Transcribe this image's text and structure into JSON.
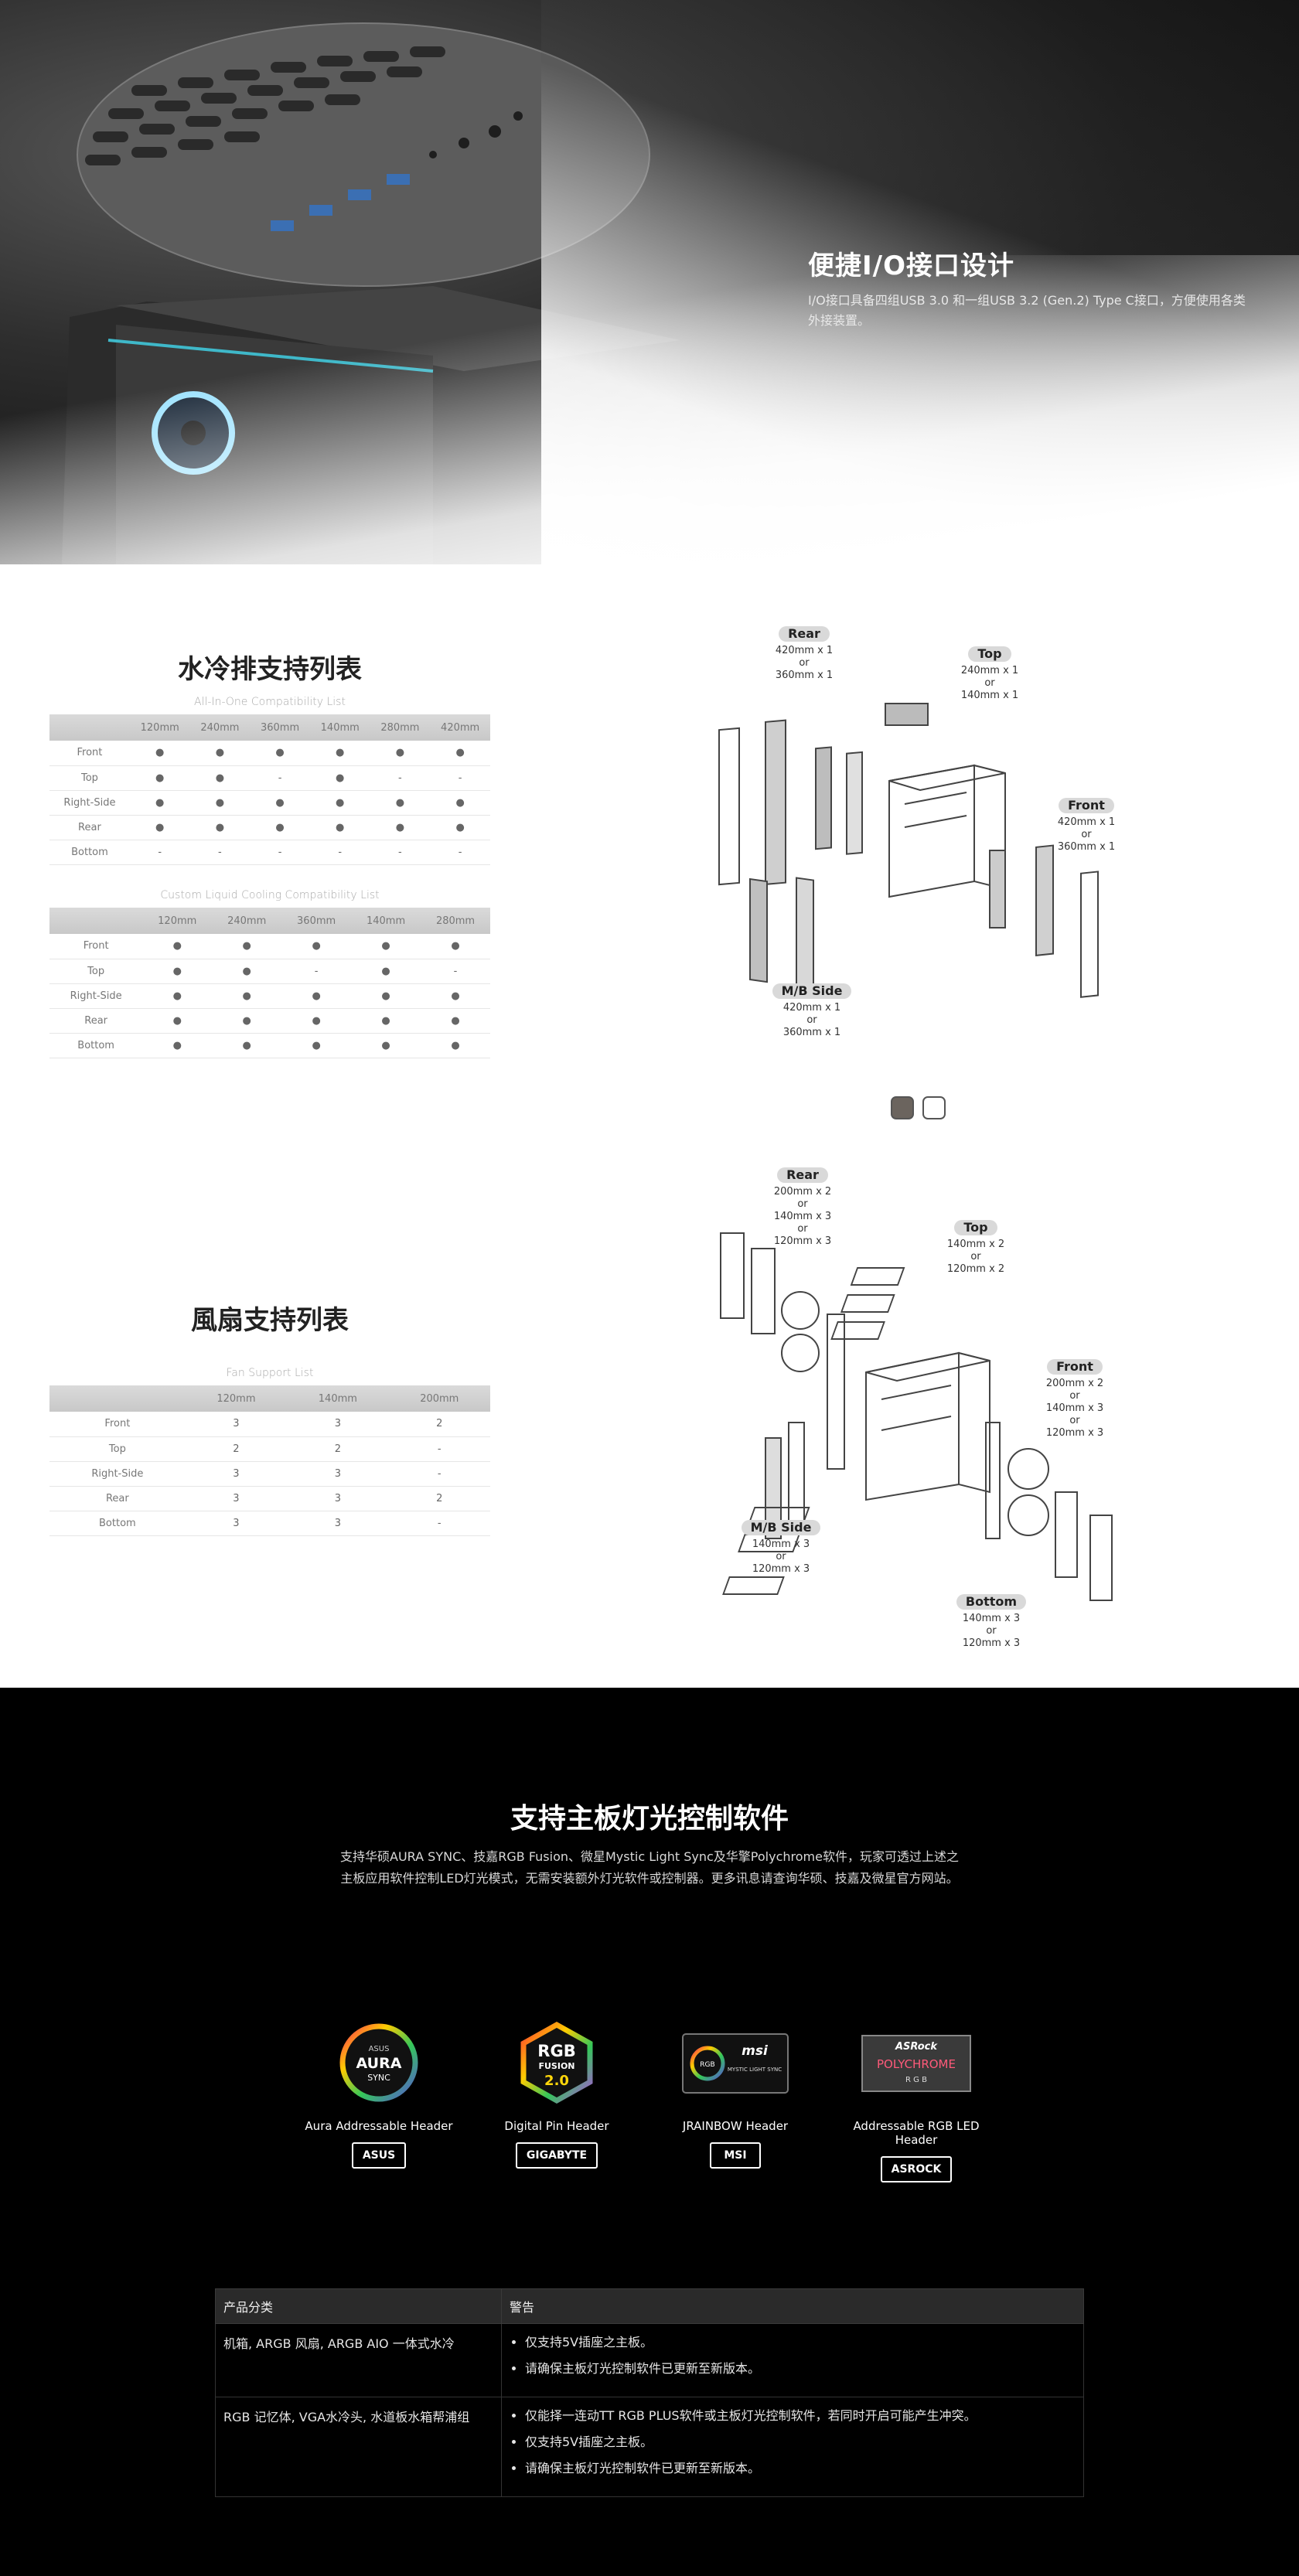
{
  "hero": {
    "title": "便捷I/O接口设计",
    "description": "I/O接口具备四组USB 3.0 和一组USB 3.2 (Gen.2) Type C接口，方便使用各类外接装置。"
  },
  "radiator": {
    "title": "水冷排支持列表",
    "aio": {
      "caption": "All-In-One Compatibility List",
      "columns": [
        "",
        "120mm",
        "240mm",
        "360mm",
        "140mm",
        "280mm",
        "420mm"
      ],
      "rows": [
        [
          "Front",
          "●",
          "●",
          "●",
          "●",
          "●",
          "●"
        ],
        [
          "Top",
          "●",
          "●",
          "-",
          "●",
          "-",
          "-"
        ],
        [
          "Right-Side",
          "●",
          "●",
          "●",
          "●",
          "●",
          "●"
        ],
        [
          "Rear",
          "●",
          "●",
          "●",
          "●",
          "●",
          "●"
        ],
        [
          "Bottom",
          "-",
          "-",
          "-",
          "-",
          "-",
          "-"
        ]
      ]
    },
    "custom": {
      "caption": "Custom Liquid Cooling Compatibility List",
      "columns": [
        "",
        "120mm",
        "240mm",
        "360mm",
        "140mm",
        "280mm"
      ],
      "rows": [
        [
          "Front",
          "●",
          "●",
          "●",
          "●",
          "●"
        ],
        [
          "Top",
          "●",
          "●",
          "-",
          "●",
          "-"
        ],
        [
          "Right-Side",
          "●",
          "●",
          "●",
          "●",
          "●"
        ],
        [
          "Rear",
          "●",
          "●",
          "●",
          "●",
          "●"
        ],
        [
          "Bottom",
          "●",
          "●",
          "●",
          "●",
          "●"
        ]
      ]
    },
    "diagram": {
      "rear": {
        "name": "Rear",
        "text": [
          "420mm x 1",
          "or",
          "360mm x 1"
        ]
      },
      "top": {
        "name": "Top",
        "text": [
          "240mm x 1",
          "or",
          "140mm x 1"
        ]
      },
      "front": {
        "name": "Front",
        "text": [
          "420mm x 1",
          "or",
          "360mm x 1"
        ]
      },
      "mbside": {
        "name": "M/B Side",
        "text": [
          "420mm x 1",
          "or",
          "360mm x 1"
        ]
      }
    },
    "swatch_colors": [
      "#6b645e",
      "#ffffff"
    ]
  },
  "fan": {
    "title": "風扇支持列表",
    "caption": "Fan Support List",
    "columns": [
      "",
      "120mm",
      "140mm",
      "200mm"
    ],
    "rows": [
      [
        "Front",
        "3",
        "3",
        "2"
      ],
      [
        "Top",
        "2",
        "2",
        "-"
      ],
      [
        "Right-Side",
        "3",
        "3",
        "-"
      ],
      [
        "Rear",
        "3",
        "3",
        "2"
      ],
      [
        "Bottom",
        "3",
        "3",
        "-"
      ]
    ],
    "diagram": {
      "rear": {
        "name": "Rear",
        "text": [
          "200mm x 2",
          "or",
          "140mm x 3",
          "or",
          "120mm x 3"
        ]
      },
      "top": {
        "name": "Top",
        "text": [
          "140mm x 2",
          "or",
          "120mm x 2"
        ]
      },
      "front": {
        "name": "Front",
        "text": [
          "200mm x 2",
          "or",
          "140mm x 3",
          "or",
          "120mm x 3"
        ]
      },
      "mbside": {
        "name": "M/B Side",
        "text": [
          "140mm x 3",
          "or",
          "120mm x 3"
        ]
      },
      "bottom": {
        "name": "Bottom",
        "text": [
          "140mm x 3",
          "or",
          "120mm x 3"
        ]
      }
    }
  },
  "rgb": {
    "title": "支持主板灯光控制软件",
    "description": "支持华硕AURA SYNC、技嘉RGB Fusion、微星Mystic Light Sync及华擎Polychrome软件，玩家可透过上述之主板应用软件控制LED灯光模式，无需安装额外灯光软件或控制器。更多讯息请查询华硕、技嘉及微星官方网站。",
    "logos": [
      {
        "logo_top": "ASUS",
        "logo_main": "AURA",
        "logo_sub": "SYNC",
        "caption": "Aura Addressable Header",
        "button": "ASUS"
      },
      {
        "logo_top": "RGB",
        "logo_main": "FUSION",
        "logo_sub": "2.0",
        "caption": "Digital Pin Header",
        "button": "GIGABYTE"
      },
      {
        "logo_top": "msi",
        "logo_main": "MYSTIC LIGHT SYNC",
        "logo_sub": "RGB",
        "caption": "JRAINBOW Header",
        "button": "MSI"
      },
      {
        "logo_top": "ASRock",
        "logo_main": "POLYCHROME",
        "logo_sub": "R G B",
        "caption": "Addressable RGB LED Header",
        "button": "ASROCK"
      }
    ]
  },
  "warning_table": {
    "col1": "产品分类",
    "col2": "警告",
    "rows": [
      {
        "category": "机箱, ARGB 风扇, ARGB AIO 一体式水冷",
        "items": [
          "仅支持5V插座之主板。",
          "请确保主板灯光控制软件已更新至新版本。"
        ]
      },
      {
        "category": "RGB 记忆体, VGA水冷头, 水道板水箱帮浦组",
        "items": [
          "仅能择一连动TT RGB PLUS软件或主板灯光控制软件，若同时开启可能产生冲突。",
          "仅支持5V插座之主板。",
          "请确保主板灯光控制软件已更新至新版本。"
        ]
      }
    ]
  }
}
